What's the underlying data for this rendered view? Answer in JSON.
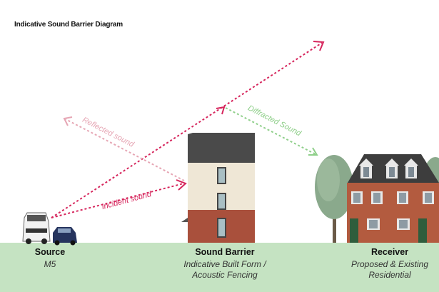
{
  "title": "Indicative Sound Barrier Diagram",
  "arrows": {
    "reflected": "Reflected sound",
    "diffracted": "Diffracted Sound",
    "incident": "Incident sound"
  },
  "labels": {
    "source": {
      "heading": "Source",
      "line1": "M5"
    },
    "barrier": {
      "heading": "Sound Barrier",
      "line1": "Indicative Built Form /",
      "line2": "Acoustic Fencing"
    },
    "receiver": {
      "heading": "Receiver",
      "line1": "Proposed & Existing",
      "line2": "Residential"
    }
  },
  "colors": {
    "incident": "#d6255c",
    "reflected": "#e6a6b4",
    "diffracted": "#8fcf8a",
    "ground": "#c5e3c2"
  }
}
